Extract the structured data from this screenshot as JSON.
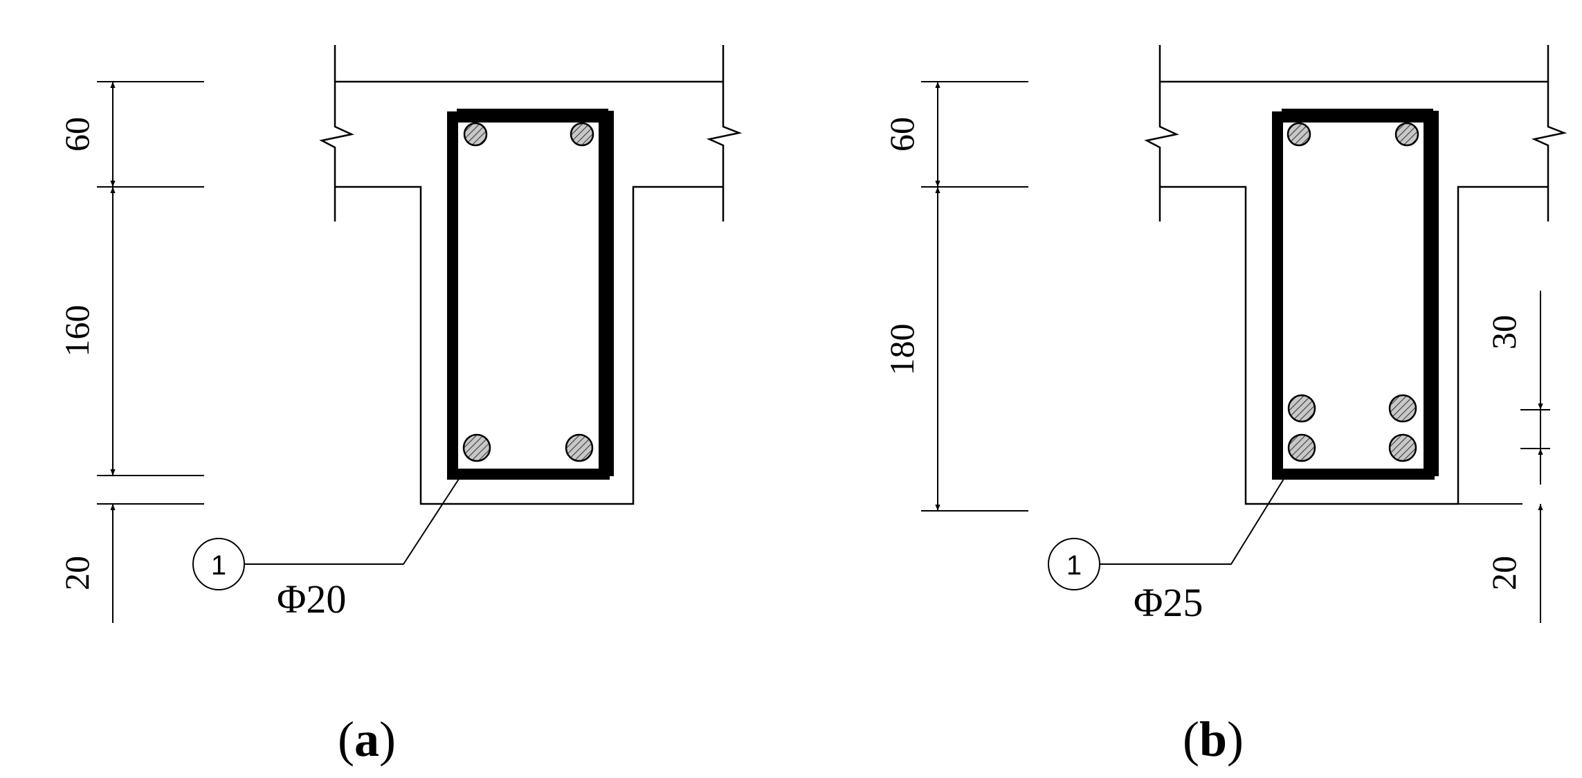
{
  "panel_a": {
    "dim_top": "60",
    "dim_middle": "160",
    "dim_bottom": "20",
    "callout_number": "1",
    "bar_label": "Φ20",
    "caption_open": "(",
    "caption_letter": "a",
    "caption_close": ")"
  },
  "panel_b": {
    "dim_top": "60",
    "dim_middle": "180",
    "dim_right_top": "30",
    "dim_right_bottom": "20",
    "callout_number": "1",
    "bar_label": "Φ25",
    "caption_open": "(",
    "caption_letter": "b",
    "caption_close": ")"
  }
}
